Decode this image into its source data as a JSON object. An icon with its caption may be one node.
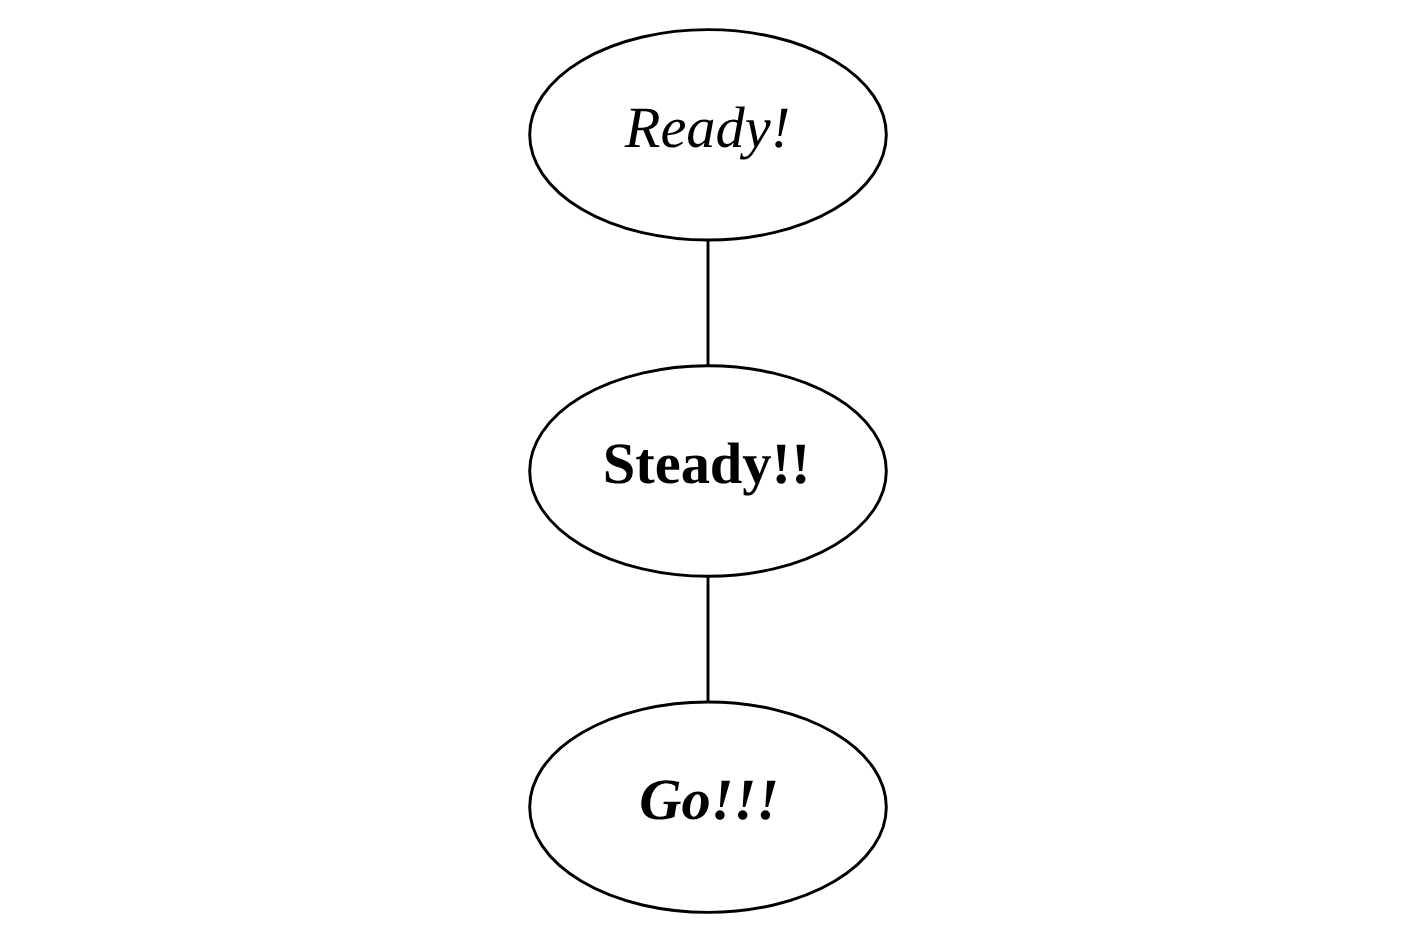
{
  "diagram": {
    "nodes": [
      {
        "text": [
          "Ready!"
        ]
      },
      {
        "text": [
          "Steady!!"
        ]
      },
      {
        "text": [
          "Go!!!"
        ]
      }
    ],
    "edges": [
      {
        "from": 0,
        "to": 1,
        "arrow": "none"
      },
      {
        "from": 1,
        "to": 2,
        "arrow": "none"
      }
    ]
  }
}
